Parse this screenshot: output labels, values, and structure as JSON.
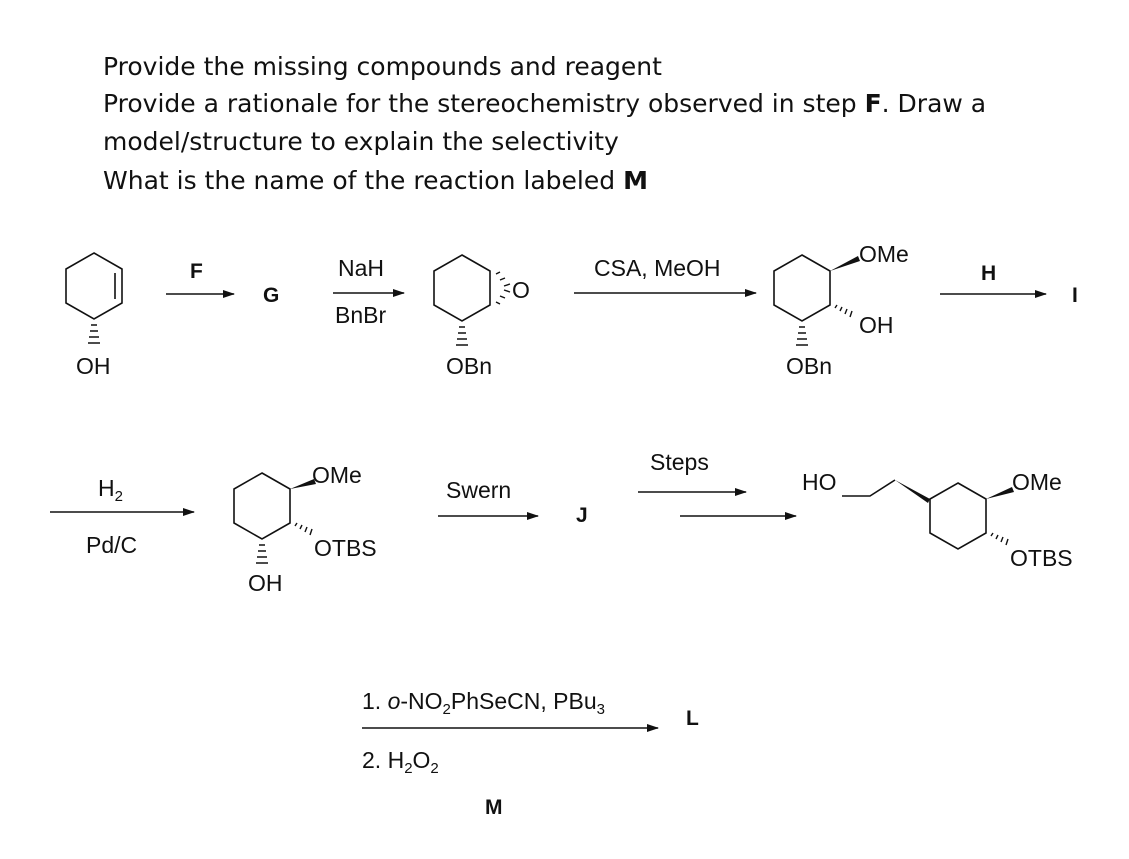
{
  "questions": [
    {
      "pre": "Provide the missing compounds and reagent",
      "bold": "",
      "post": ""
    },
    {
      "pre": "Provide a rationale for the stereochemistry observed in step ",
      "bold": "F",
      "post": ".  Draw a"
    },
    {
      "pre": "model/structure to explain the selectivity",
      "bold": "",
      "post": ""
    },
    {
      "pre": "What is the name of the reaction labeled ",
      "bold": "M",
      "post": ""
    }
  ],
  "row1": {
    "sm_label": "OH",
    "step_f": "F",
    "cmpd_g": "G",
    "nah": "NaH",
    "bnbr": "BnBr",
    "epoxide_o": "O",
    "epoxide_label": "OBn",
    "csa": "CSA, MeOH",
    "p_ome": "OMe",
    "p_oh": "OH",
    "p_obn": "OBn",
    "step_h": "H",
    "cmpd_i": "I"
  },
  "row2": {
    "h2": "H",
    "h2_sub": "2",
    "pdc": "Pd/C",
    "ome": "OMe",
    "otbs": "OTBS",
    "oh": "OH",
    "swern": "Swern",
    "cmpd_j": "J",
    "steps": "Steps",
    "ho": "HO",
    "t_ome": "OMe",
    "t_otbs": "OTBS"
  },
  "row3": {
    "r1_pre": "1. ",
    "r1_italic": "o",
    "r1_a": "-NO",
    "r1_sub1": "2",
    "r1_b": "PhSeCN, PBu",
    "r1_sub2": "3",
    "r2_a": "2. H",
    "r2_sub1": "2",
    "r2_b": "O",
    "r2_sub2": "2",
    "cmpd_l": "L",
    "step_m": "M"
  }
}
